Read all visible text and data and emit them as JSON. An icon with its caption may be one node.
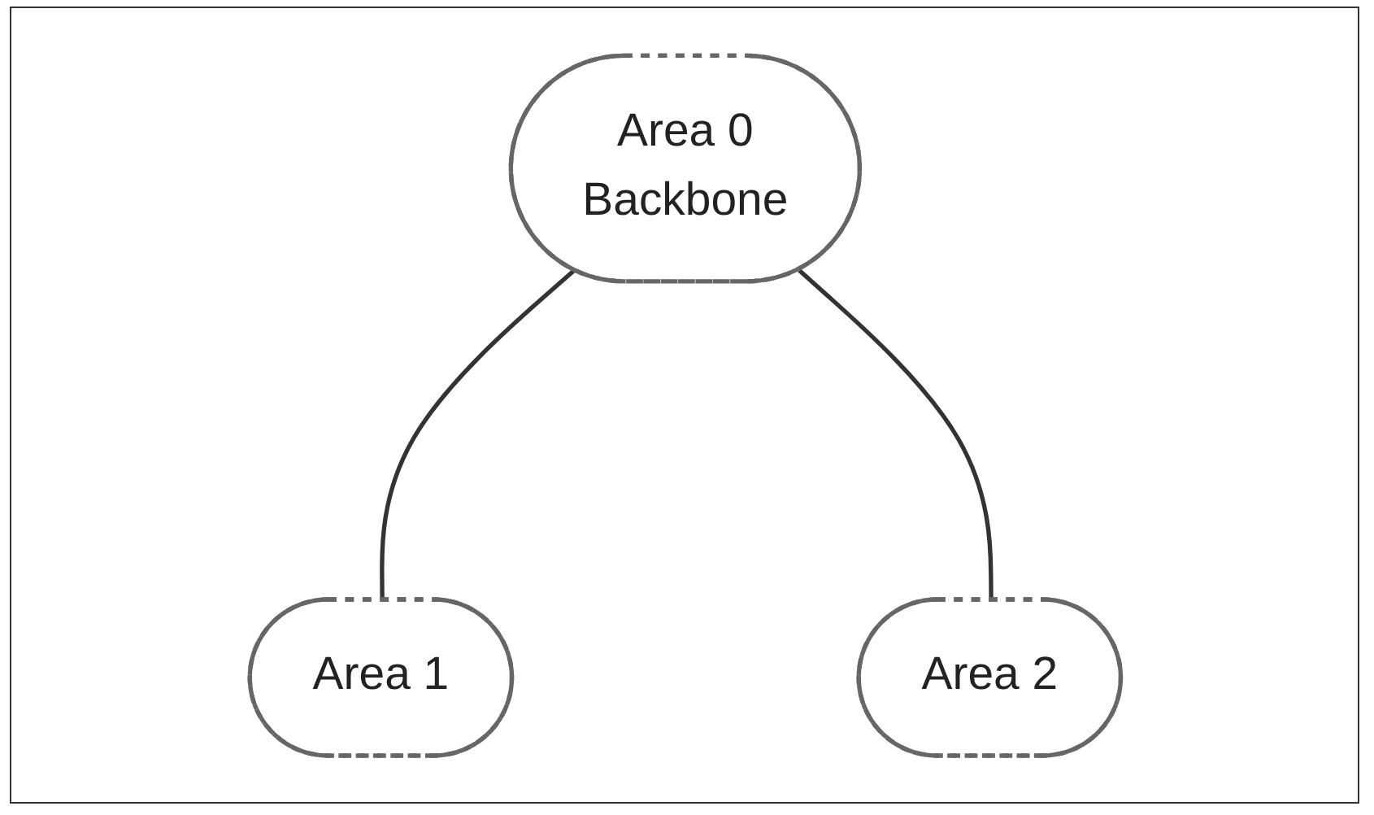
{
  "diagram": {
    "nodes": [
      {
        "text": [
          "Area 0",
          "Backbone"
        ]
      },
      {
        "text": [
          "Area 1"
        ]
      },
      {
        "text": [
          "Area 2"
        ]
      }
    ],
    "edges": [
      {
        "from": 0,
        "to": 1,
        "arrow": "none"
      },
      {
        "from": 0,
        "to": 2,
        "arrow": "none"
      }
    ]
  }
}
